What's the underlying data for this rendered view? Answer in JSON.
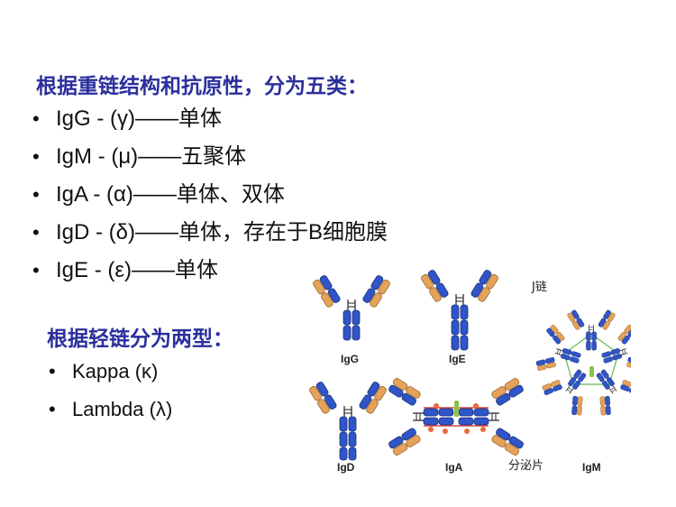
{
  "heading1": "根据重链结构和抗原性，分为五类：",
  "heavy_classes": [
    {
      "text": "IgG -  (γ)——单体"
    },
    {
      "text": "IgM -  (μ)——五聚体"
    },
    {
      "text": "IgA -  (α)——单体、双体"
    },
    {
      "text": "IgD -  (δ)——单体，存在于B细胞膜"
    },
    {
      "text": "IgE -  (ε)——单体"
    }
  ],
  "heading2": "根据轻链分为两型：",
  "light_types": [
    {
      "text": "Kappa  (κ)"
    },
    {
      "text": "Lambda (λ)"
    }
  ],
  "figure": {
    "labels": {
      "igg": "IgG",
      "ige": "IgE",
      "igd": "IgD",
      "iga": "IgA",
      "igm": "IgM"
    },
    "j_chain": "J链",
    "secretory": "分泌片"
  },
  "colors": {
    "heading": "#2b2f9c",
    "heavy_chain": "#2f55c8",
    "light_chain": "#e6a25a",
    "j_chain": "#8bc34a",
    "secretory": "#cc2222"
  }
}
